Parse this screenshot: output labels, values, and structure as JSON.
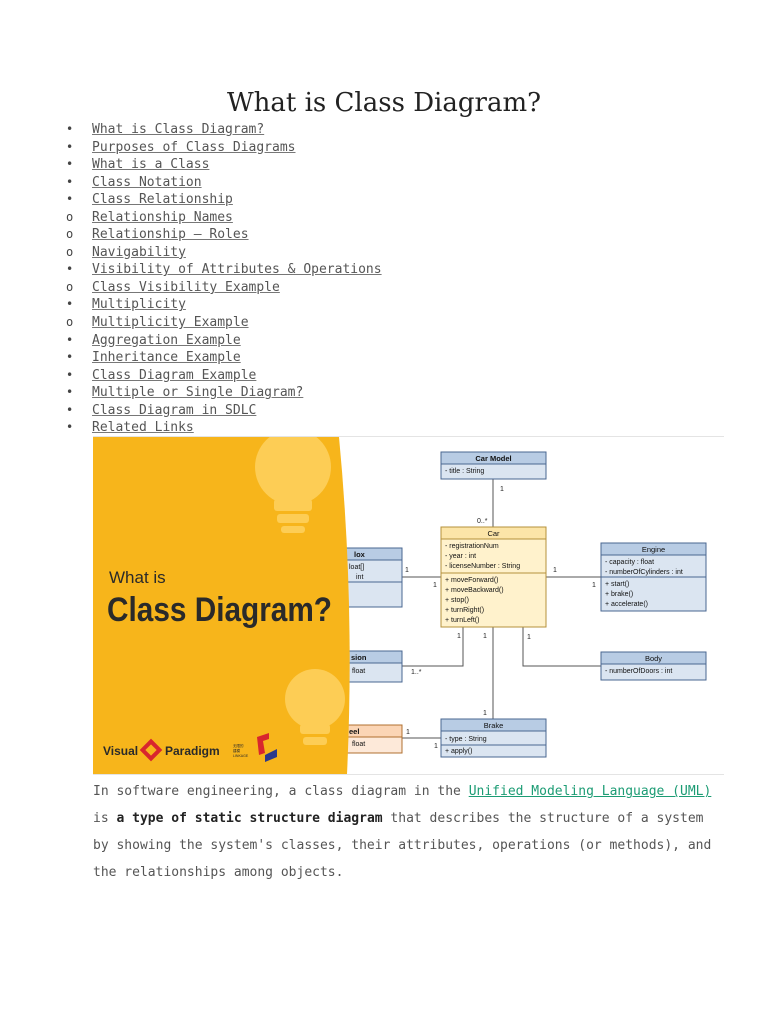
{
  "page": {
    "title": "What is Class Diagram?"
  },
  "toc": [
    {
      "bullet": "•",
      "label": "What is Class Diagram?"
    },
    {
      "bullet": "•",
      "label": "Purposes of Class Diagrams"
    },
    {
      "bullet": "•",
      "label": "What is a Class"
    },
    {
      "bullet": "•",
      "label": "Class Notation"
    },
    {
      "bullet": "•",
      "label": "Class Relationship"
    },
    {
      "bullet": "o",
      "label": "Relationship Names"
    },
    {
      "bullet": "o",
      "label": "Relationship – Roles"
    },
    {
      "bullet": "o",
      "label": "Navigability"
    },
    {
      "bullet": "•",
      "label": "Visibility of Attributes & Operations"
    },
    {
      "bullet": "o",
      "label": "Class Visibility Example"
    },
    {
      "bullet": "•",
      "label": "Multiplicity"
    },
    {
      "bullet": "o",
      "label": "Multiplicity Example"
    },
    {
      "bullet": "•",
      "label": "Aggregation Example"
    },
    {
      "bullet": "•",
      "label": "Inheritance Example"
    },
    {
      "bullet": "•",
      "label": "Class Diagram Example"
    },
    {
      "bullet": "•",
      "label": "Multiple or Single Diagram?"
    },
    {
      "bullet": "•",
      "label": "Class Diagram in SDLC"
    },
    {
      "bullet": "•",
      "label": "Related Links"
    }
  ],
  "hero": {
    "kicker": "What is",
    "headline": "Class Diagram?",
    "brand_left": "Visual",
    "brand_right": "Paradigm",
    "brand_small": [
      "无限的",
      "建模",
      "LINKAGE"
    ],
    "accent_color": "#f7b51b",
    "lightbulb_color": "#fdcd55",
    "uml_box_fill": "#dbe5f1",
    "uml_header_fill": "#b8cce4",
    "car_fill": "#fff2cc",
    "wheel_fill": "#fbd5b5",
    "classes": {
      "carmodel": {
        "name": "Car Model",
        "attrs": [
          "- title : String"
        ]
      },
      "car": {
        "name": "Car",
        "attrs": [
          "- registrationNum",
          "- year : int",
          "- licenseNumber : String"
        ],
        "ops": [
          "+ moveForward()",
          "+ moveBackward()",
          "+ stop()",
          "+ turnRight()",
          "+ turnLeft()"
        ]
      },
      "engine": {
        "name": "Engine",
        "attrs": [
          "- capacity : float",
          "- numberOfCylinders : int"
        ],
        "ops": [
          "+ start()",
          "+ brake()",
          "+ accelerate()"
        ]
      },
      "body": {
        "name": "Body",
        "attrs": [
          "- numberOfDoors : int"
        ]
      },
      "brake": {
        "name": "Brake",
        "attrs": [
          "- type : String"
        ],
        "ops": [
          "+ apply()"
        ]
      },
      "gearbox": {
        "name": "lox",
        "attrs": [
          "loat[]",
          "int"
        ]
      },
      "suspension": {
        "name": "sion",
        "attrs": [
          "float"
        ]
      },
      "wheel": {
        "name": "eel",
        "attrs": [
          "float"
        ]
      }
    },
    "mult": {
      "cm_top": "1",
      "cm_bottom": "0..*",
      "gear_left": "1",
      "gear_right": "1",
      "eng_left": "1",
      "eng_right": "1",
      "susp_left": "1..*",
      "susp_top": "1",
      "body_top": "1",
      "brake_top": "1",
      "brake_bottom": "1",
      "wheel_left": "1",
      "wheel_right": "1"
    }
  },
  "intro": {
    "p1": "In software engineering, a class diagram in the ",
    "link": "Unified Modeling Language (UML)",
    "p2": " is ",
    "bold": "a type of static structure diagram",
    "p3": " that describes the structure of a system by showing the system's classes, their attributes, operations (or methods), and the relationships among objects."
  }
}
